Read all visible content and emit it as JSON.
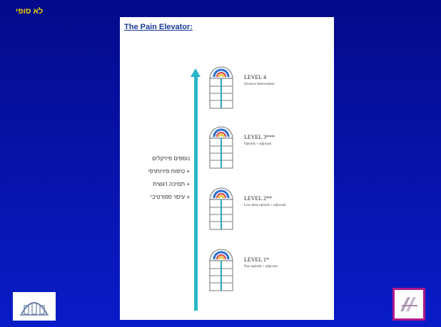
{
  "slide": {
    "title": "לא סופי"
  },
  "panel": {
    "title": "The Pain Elevator:",
    "hebrew_items": [
      "נוספים פיזיקלים",
      "+ טיפוח פיזיותרפי",
      "+ תמיכה רגשית",
      "+ עיסוי ספורטיבי"
    ],
    "levels": [
      {
        "label": "LEVEL 4",
        "sub": "Invasive Intervention"
      },
      {
        "label": "LEVEL 3***",
        "sub": "Opioids + adjuvant"
      },
      {
        "label": "LEVEL 2**",
        "sub": "Low-dose opioids + adjuvant"
      },
      {
        "label": "LEVEL 1*",
        "sub": "Non opioids + adjuvant"
      }
    ]
  },
  "colors": {
    "background_top": "#040a8a",
    "background_bottom": "#0a1cc8",
    "title_yellow": "#f0d000",
    "arrow_cyan": "#29b5c9",
    "logo_border": "#b0168a"
  }
}
